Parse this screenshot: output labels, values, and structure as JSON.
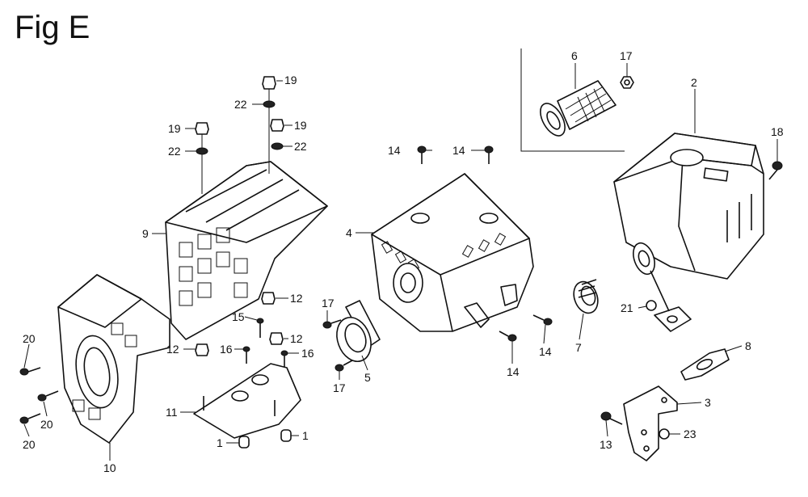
{
  "figure": {
    "title": "Fig E",
    "callouts": [
      {
        "id": "c6",
        "text": "6"
      },
      {
        "id": "c17a",
        "text": "17"
      },
      {
        "id": "c2",
        "text": "2"
      },
      {
        "id": "c18",
        "text": "18"
      },
      {
        "id": "c19a",
        "text": "19"
      },
      {
        "id": "c22a",
        "text": "22"
      },
      {
        "id": "c19b",
        "text": "19"
      },
      {
        "id": "c22b",
        "text": "22"
      },
      {
        "id": "c19c",
        "text": "19"
      },
      {
        "id": "c22c",
        "text": "22"
      },
      {
        "id": "c14a",
        "text": "14"
      },
      {
        "id": "c14b",
        "text": "14"
      },
      {
        "id": "c9",
        "text": "9"
      },
      {
        "id": "c4",
        "text": "4"
      },
      {
        "id": "c12a",
        "text": "12"
      },
      {
        "id": "c15",
        "text": "15"
      },
      {
        "id": "c12b",
        "text": "12"
      },
      {
        "id": "c12c",
        "text": "12"
      },
      {
        "id": "c16a",
        "text": "16"
      },
      {
        "id": "c16b",
        "text": "16"
      },
      {
        "id": "c17b",
        "text": "17"
      },
      {
        "id": "c17c",
        "text": "17"
      },
      {
        "id": "c5",
        "text": "5"
      },
      {
        "id": "c14c",
        "text": "14"
      },
      {
        "id": "c14d",
        "text": "14"
      },
      {
        "id": "c21",
        "text": "21"
      },
      {
        "id": "c7",
        "text": "7"
      },
      {
        "id": "c8",
        "text": "8"
      },
      {
        "id": "c20a",
        "text": "20"
      },
      {
        "id": "c20b",
        "text": "20"
      },
      {
        "id": "c20c",
        "text": "20"
      },
      {
        "id": "c11",
        "text": "11"
      },
      {
        "id": "c1a",
        "text": "1"
      },
      {
        "id": "c1b",
        "text": "1"
      },
      {
        "id": "c10",
        "text": "10"
      },
      {
        "id": "c3",
        "text": "3"
      },
      {
        "id": "c13",
        "text": "13"
      },
      {
        "id": "c23",
        "text": "23"
      }
    ]
  }
}
